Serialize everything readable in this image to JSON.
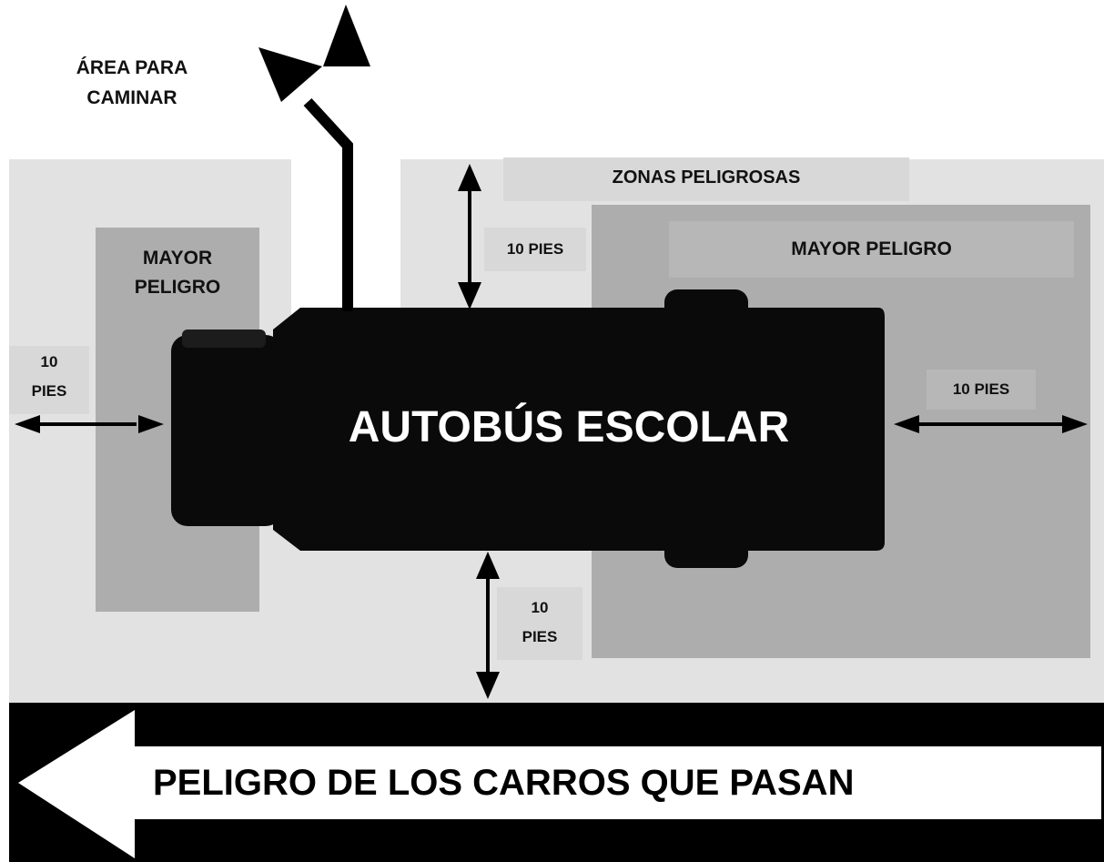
{
  "diagram": {
    "walking_area_label": "ÁREA PARA\nCAMINAR",
    "danger_zones_label": "ZONAS PELIGROSAS",
    "greatest_danger_front_label": "MAYOR\nPELIGRO",
    "greatest_danger_side_label": "MAYOR PELIGRO",
    "bus_label": "AUTOBÚS ESCOLAR",
    "distance_left_label": "10\nPIES",
    "distance_top_label": "10 PIES",
    "distance_right_label": "10 PIES",
    "distance_bottom_label": "10\nPIES",
    "passing_cars_label": "PELIGRO DE LOS CARROS QUE PASAN"
  },
  "colors": {
    "danger_zone": "#e2e2e2",
    "greatest_danger": "#adadad",
    "label_box": "#d8d8d8",
    "bus": "#0a0a0a",
    "road": "#000000",
    "arrow": "#ffffff",
    "text": "#111111"
  }
}
